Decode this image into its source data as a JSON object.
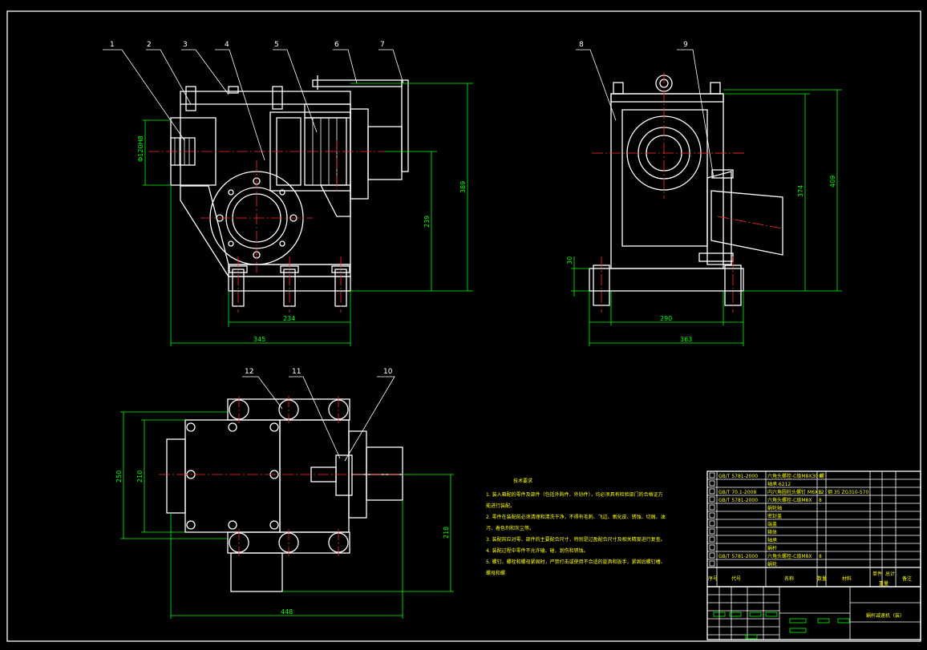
{
  "view1": {
    "balloons": [
      "1",
      "2",
      "3",
      "4",
      "5",
      "6",
      "7"
    ],
    "dims": {
      "height_total": "389",
      "height_axis": "239",
      "width_base": "234",
      "width_total": "345",
      "diameter": "Φ120H8"
    }
  },
  "view2": {
    "balloons": [
      "8",
      "9"
    ],
    "dims": {
      "height_total": "409",
      "height_inner": "374",
      "base_thickness": "30",
      "width_base": "290",
      "width_total": "363"
    }
  },
  "view3": {
    "balloons": [
      "10",
      "11",
      "12"
    ],
    "dims": {
      "width_total": "448",
      "height_outer": "250",
      "height_inner": "210",
      "height_right": "218"
    }
  },
  "notes": {
    "title": "技术要求",
    "items": [
      "1. 装入箱配的零件及部件（包括外购件、外协件），均必须具有检验部门的合格证方",
      "   能进行装配。",
      "2. 零件在装配前必须清理和清洗干净，不得有毛刺、飞边、氧化皮、锈蚀、切屑、油",
      "   污、着色剂和灰尘等。",
      "3. 装配前应对零、部件的主要配合尺寸，特别是过盈配合尺寸及相关精度进行复查。",
      "4. 装配过程中零件不允许磕、碰、划伤和锈蚀。",
      "5. 螺钉、螺栓和螺母紧固时，严禁打击或使用不合适的旋具和扳手，紧固后螺钉槽、",
      "   螺母和螺"
    ]
  },
  "bom": {
    "header": {
      "seq": "序号",
      "code": "代号",
      "name": "名称",
      "qty": "数量",
      "material": "材料",
      "unit_weight": "单件",
      "total_weight": "总计",
      "weight": "重量",
      "remark": "备注"
    },
    "rows": [
      {
        "code": "GB/T 5781-2000",
        "spec": "六角头螺栓-C级M8X30 螺",
        "qty": "8"
      },
      {
        "code": "",
        "spec": "轴承 6212",
        "qty": ""
      },
      {
        "code": "GB/T 70.1-2008",
        "spec": "内六角圆柱头螺钉 M6X12",
        "qty": "6",
        "material": "钢 35 ZG310-570"
      },
      {
        "code": "GB/T 5781-2000",
        "spec": "六角头螺栓-C级M8X",
        "qty": "8"
      },
      {
        "code": "",
        "spec": "蜗轮轴",
        "qty": ""
      },
      {
        "code": "",
        "spec": "密封盖",
        "qty": ""
      },
      {
        "code": "",
        "spec": "端盖",
        "qty": ""
      },
      {
        "code": "",
        "spec": "箱体",
        "qty": ""
      },
      {
        "code": "",
        "spec": "轴承",
        "qty": ""
      },
      {
        "code": "",
        "spec": "蜗杆",
        "qty": ""
      },
      {
        "code": "GB/T 5781-2000",
        "spec": "六角头螺栓-C级M8X",
        "qty": "8"
      },
      {
        "code": "",
        "spec": "蜗轮",
        "qty": ""
      }
    ],
    "title_block": {
      "title": "蜗杆减速机（装）"
    }
  },
  "colors": {
    "background": "#000000",
    "outline": "#ffffff",
    "dimension": "#00ff00",
    "centerline": "#ff2a2a",
    "note_text": "#ffff00"
  }
}
